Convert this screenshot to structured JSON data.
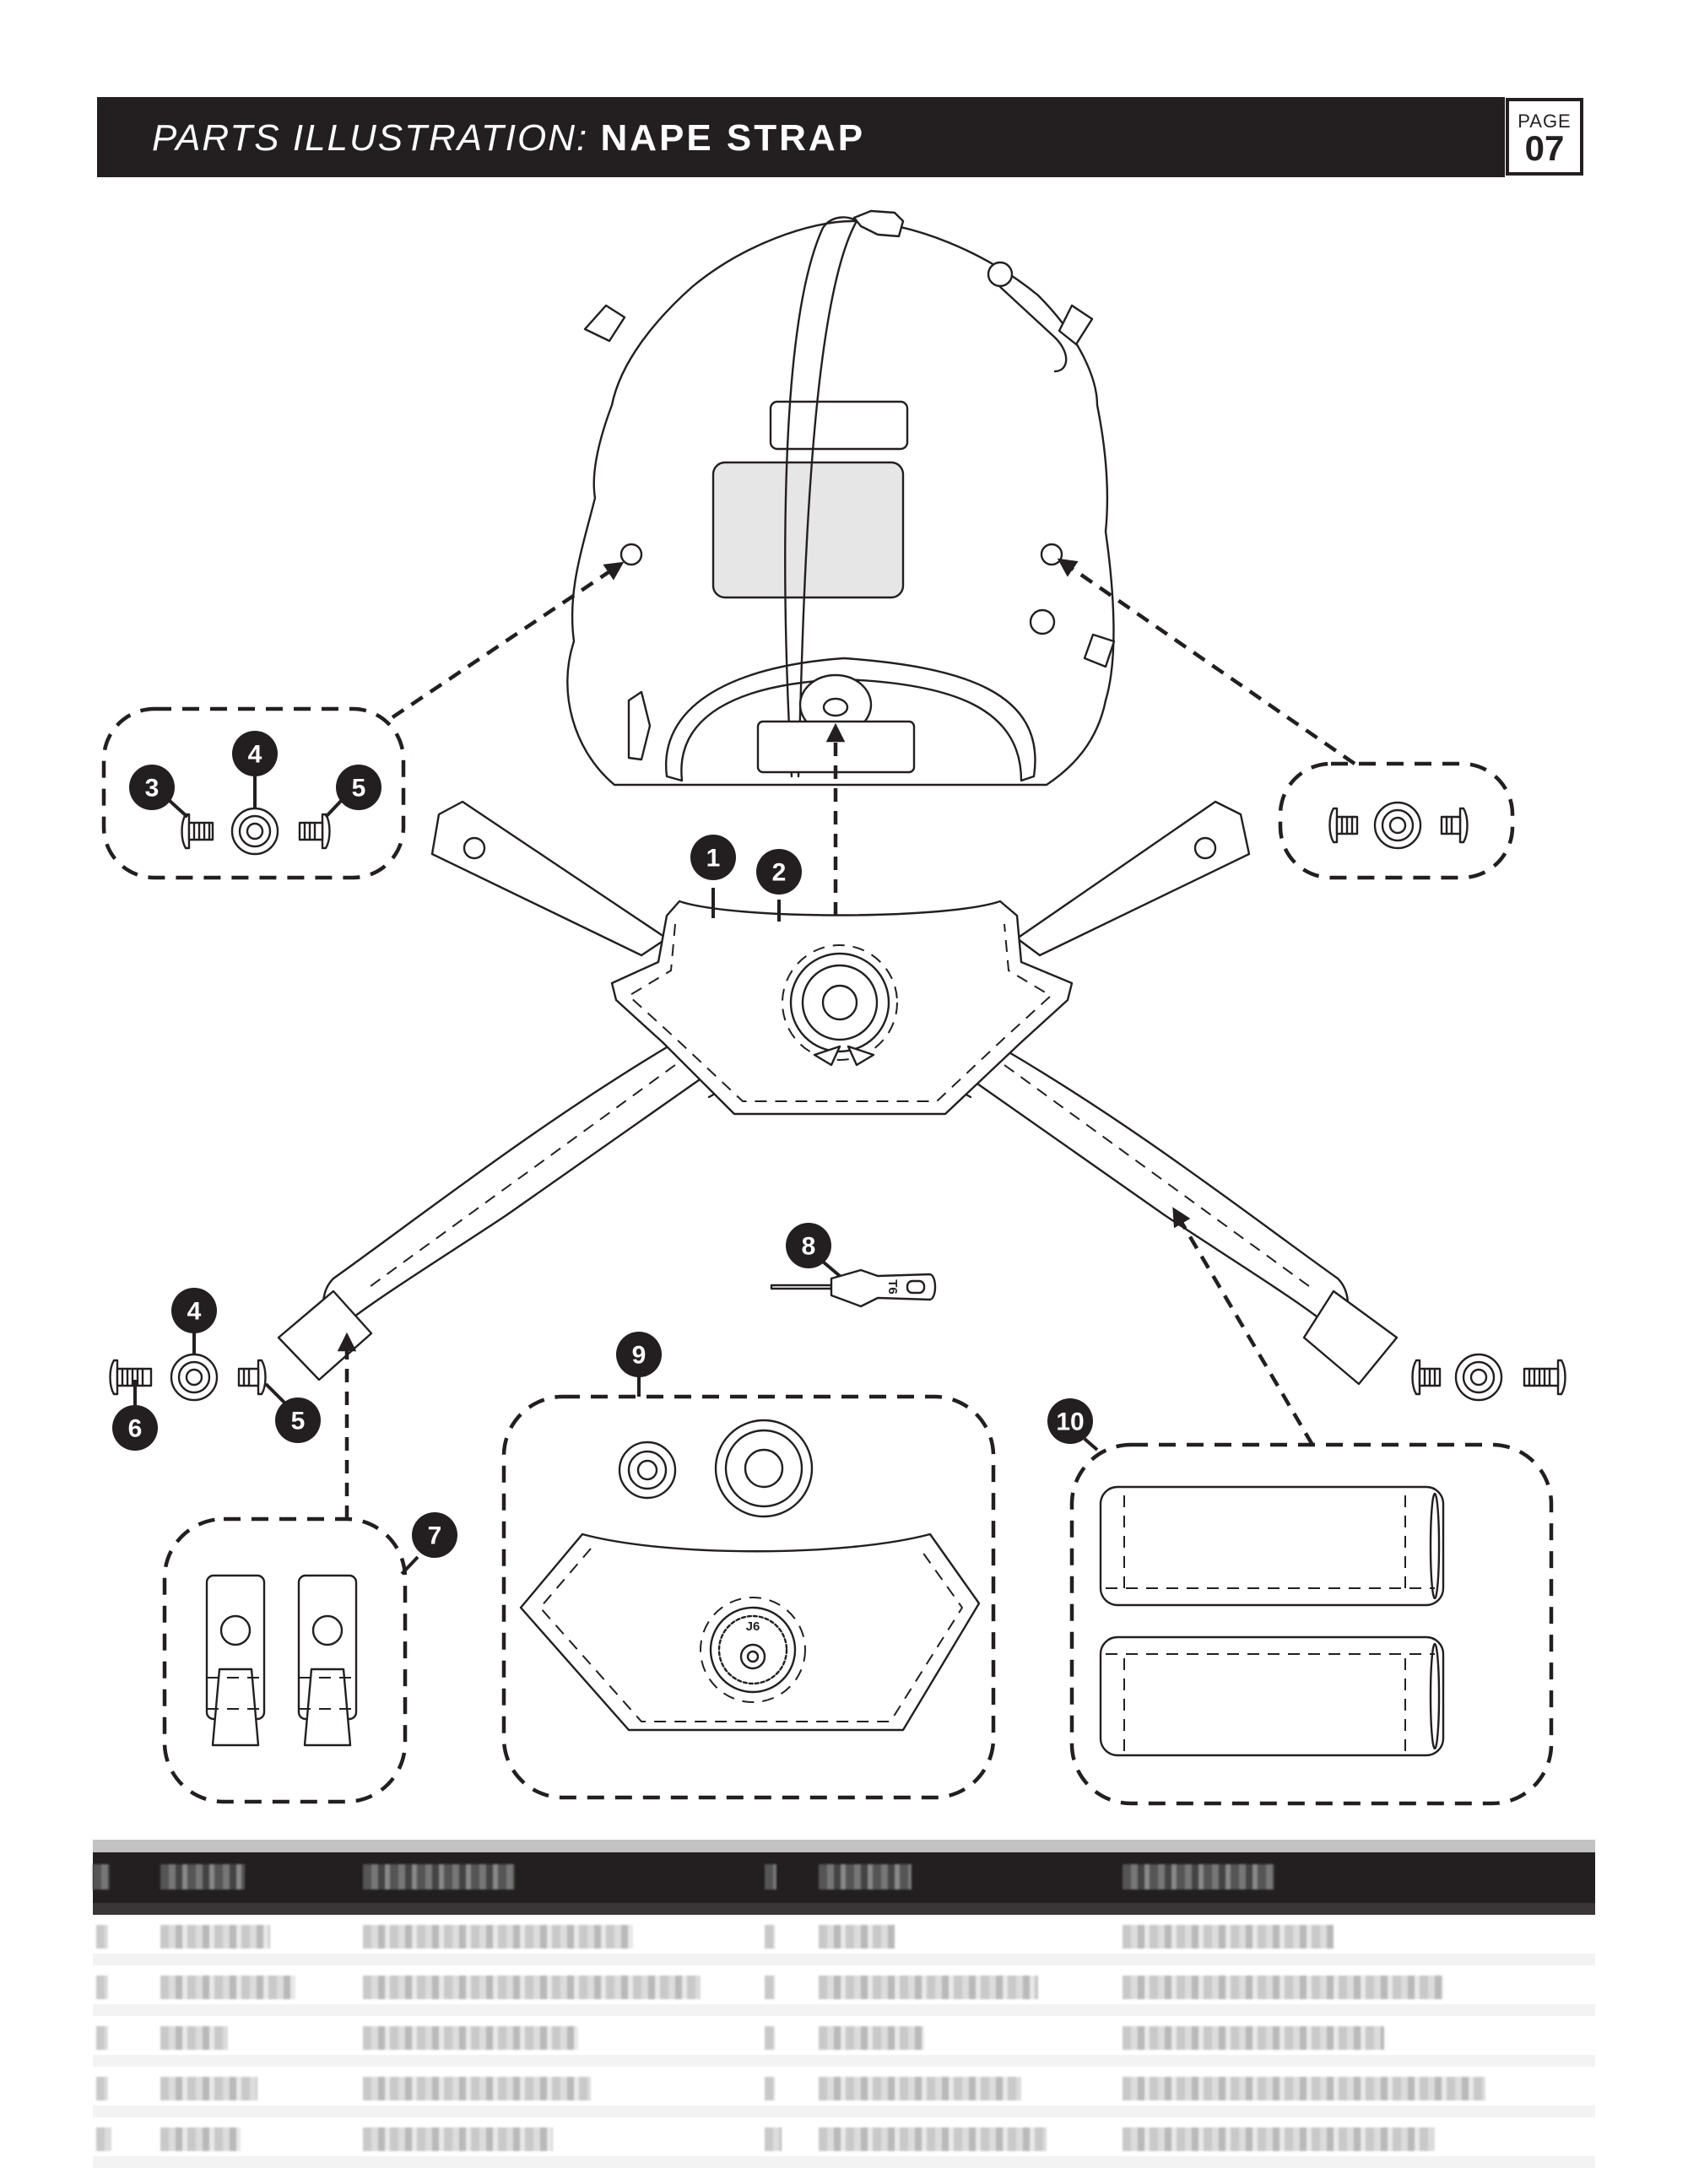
{
  "header": {
    "title_prefix": "PARTS ILLUSTRATION:",
    "title_subject": "NAPE STRAP",
    "page_label": "PAGE",
    "page_number": "07"
  },
  "colors": {
    "ink": "#231f20",
    "paper": "#ffffff",
    "table_rule": "#c2c2c2"
  },
  "illustration": {
    "callouts": {
      "c1": "1",
      "c2": "2",
      "c3": "3",
      "c4a": "4",
      "c5a": "5",
      "c4b": "4",
      "c5b": "5",
      "c6": "6",
      "c7": "7",
      "c8": "8",
      "c9": "9",
      "c10": "10"
    },
    "tool_marking": "T6",
    "knob_marking": "J6",
    "groups": [
      {
        "id": "nape-strap-assembly",
        "callouts": [
          "1",
          "2"
        ]
      },
      {
        "id": "helmet-hardware-left",
        "callouts": [
          "3",
          "4",
          "5"
        ]
      },
      {
        "id": "helmet-hardware-right",
        "callouts": []
      },
      {
        "id": "strap-hardware-left",
        "callouts": [
          "4",
          "5",
          "6"
        ]
      },
      {
        "id": "strap-end-tabs",
        "callouts": [
          "7"
        ]
      },
      {
        "id": "adjustment-tool",
        "callouts": [
          "8"
        ]
      },
      {
        "id": "dial-kit",
        "callouts": [
          "9"
        ]
      },
      {
        "id": "strap-pads",
        "callouts": [
          "10"
        ]
      }
    ]
  },
  "parts_table": {
    "redacted": true,
    "columns": [
      "#",
      "Part No.",
      "Description",
      "#",
      "Part No.",
      "Description"
    ],
    "row_count": 5
  }
}
